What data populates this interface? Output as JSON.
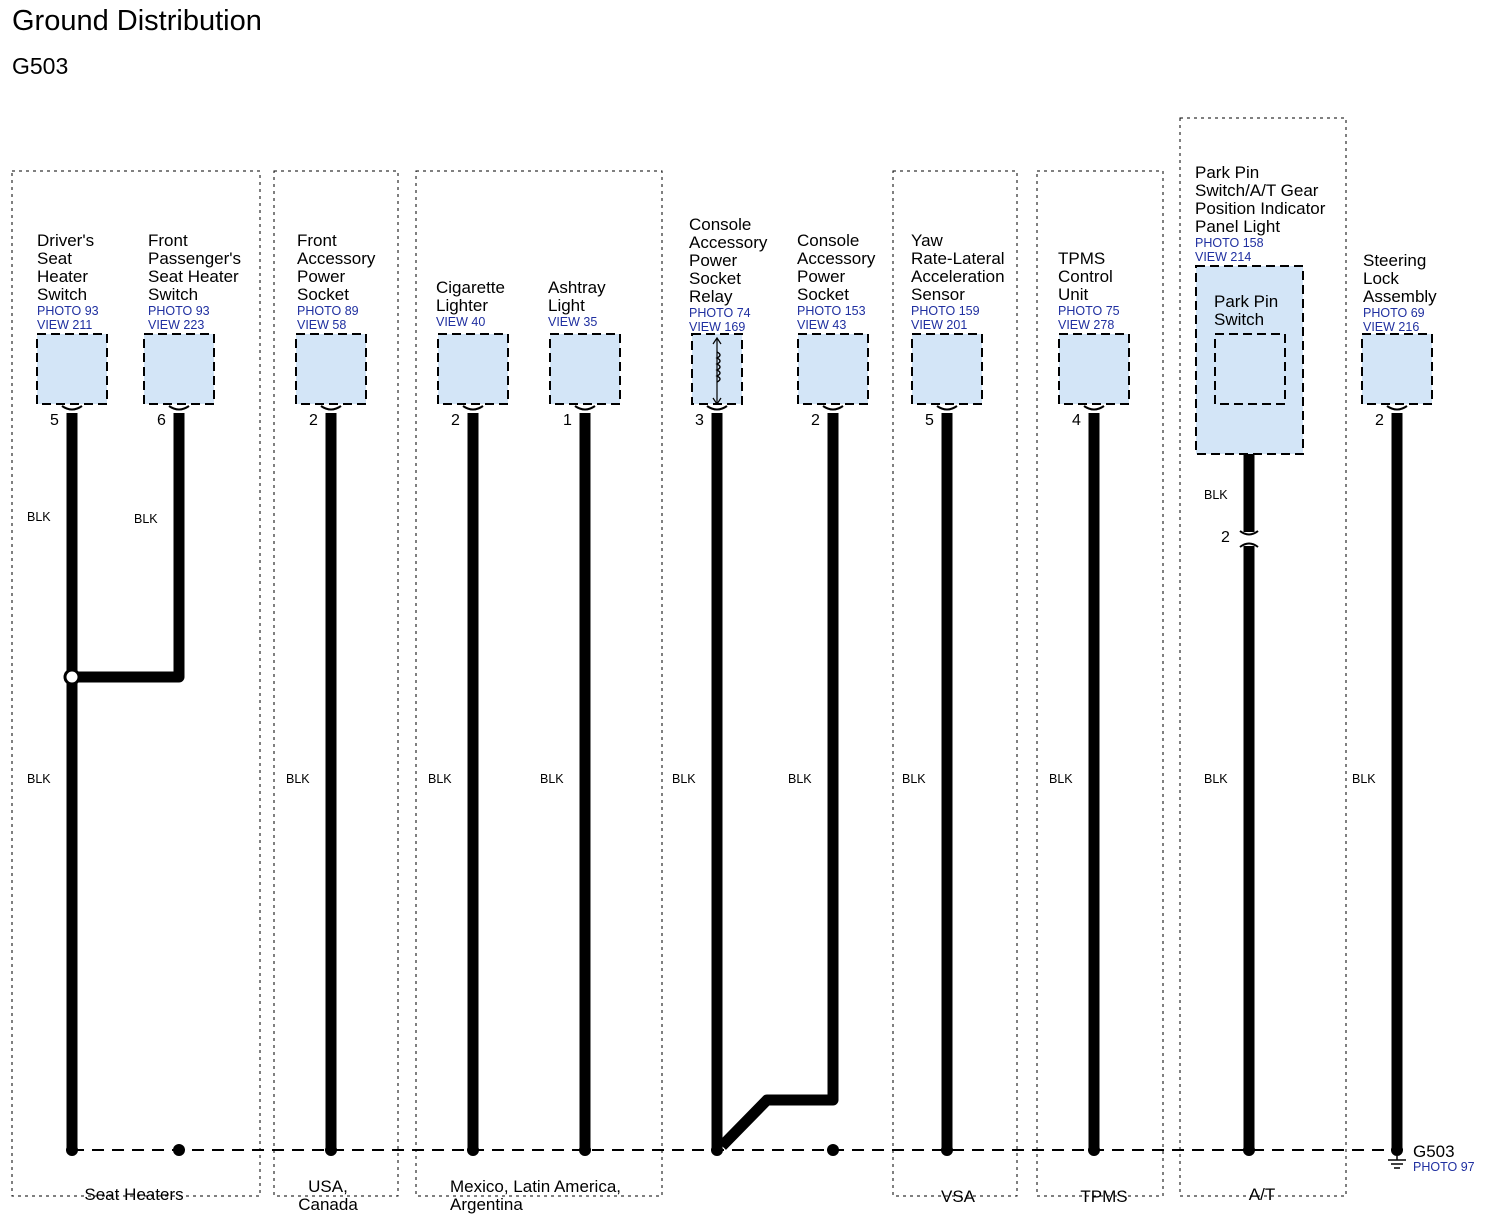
{
  "title": "Ground Distribution",
  "subtitle": "G503",
  "wire_color": "BLK",
  "colors": {
    "connector_fill": "#d3e5f7",
    "reference_text": "#1f2fa0",
    "wire": "#000000"
  },
  "ground": {
    "name": "G503",
    "photo": "PHOTO 97",
    "icon": "ground-symbol-icon"
  },
  "components": [
    {
      "id": "drivers-seat-heater-switch",
      "lines": [
        "Driver's",
        "Seat",
        "Heater",
        "Switch"
      ],
      "refs": [
        "PHOTO 93",
        "VIEW 211"
      ],
      "pin": "5"
    },
    {
      "id": "front-passengers-seat-heater-switch",
      "lines": [
        "Front",
        "Passenger's",
        "Seat Heater",
        "Switch"
      ],
      "refs": [
        "PHOTO 93",
        "VIEW 223"
      ],
      "pin": "6"
    },
    {
      "id": "front-accessory-power-socket",
      "lines": [
        "Front",
        "Accessory",
        "Power",
        "Socket"
      ],
      "refs": [
        "PHOTO 89",
        "VIEW 58"
      ],
      "pin": "2"
    },
    {
      "id": "cigarette-lighter",
      "lines": [
        "Cigarette",
        "Lighter"
      ],
      "refs": [
        "VIEW 40"
      ],
      "pin": "2"
    },
    {
      "id": "ashtray-light",
      "lines": [
        "Ashtray",
        "Light"
      ],
      "refs": [
        "VIEW 35"
      ],
      "pin": "1"
    },
    {
      "id": "console-accessory-power-socket-relay",
      "lines": [
        "Console",
        "Accessory",
        "Power",
        "Socket",
        "Relay"
      ],
      "refs": [
        "PHOTO 74",
        "VIEW 169"
      ],
      "pin": "3"
    },
    {
      "id": "console-accessory-power-socket",
      "lines": [
        "Console",
        "Accessory",
        "Power",
        "Socket"
      ],
      "refs": [
        "PHOTO 153",
        "VIEW 43"
      ],
      "pin": "2"
    },
    {
      "id": "yaw-rate-lateral-acceleration-sensor",
      "lines": [
        "Yaw",
        "Rate-Lateral",
        "Acceleration",
        "Sensor"
      ],
      "refs": [
        "PHOTO 159",
        "VIEW 201"
      ],
      "pin": "5"
    },
    {
      "id": "tpms-control-unit",
      "lines": [
        "TPMS",
        "Control",
        "Unit"
      ],
      "refs": [
        "PHOTO 75",
        "VIEW 278"
      ],
      "pin": "4"
    },
    {
      "id": "park-pin-switch-at-gear-position-indicator-panel-light",
      "lines": [
        "Park Pin",
        "Switch/A/T Gear",
        "Position Indicator",
        "Panel Light"
      ],
      "refs": [
        "PHOTO 158",
        "VIEW 214"
      ],
      "inner_lines": [
        "Park Pin",
        "Switch"
      ],
      "pin": "2"
    },
    {
      "id": "steering-lock-assembly",
      "lines": [
        "Steering",
        "Lock",
        "Assembly"
      ],
      "refs": [
        "PHOTO 69",
        "VIEW 216"
      ],
      "pin": "2"
    }
  ],
  "groups": [
    {
      "id": "seat-heaters",
      "lines": [
        "Seat Heaters"
      ]
    },
    {
      "id": "usa-canada",
      "lines": [
        "USA,",
        "Canada"
      ]
    },
    {
      "id": "mexico-latin-america-argentina",
      "lines": [
        "Mexico, Latin America,",
        "Argentina"
      ]
    },
    {
      "id": "vsa",
      "lines": [
        "VSA"
      ]
    },
    {
      "id": "tpms",
      "lines": [
        "TPMS"
      ]
    },
    {
      "id": "at",
      "lines": [
        "A/T"
      ]
    }
  ]
}
